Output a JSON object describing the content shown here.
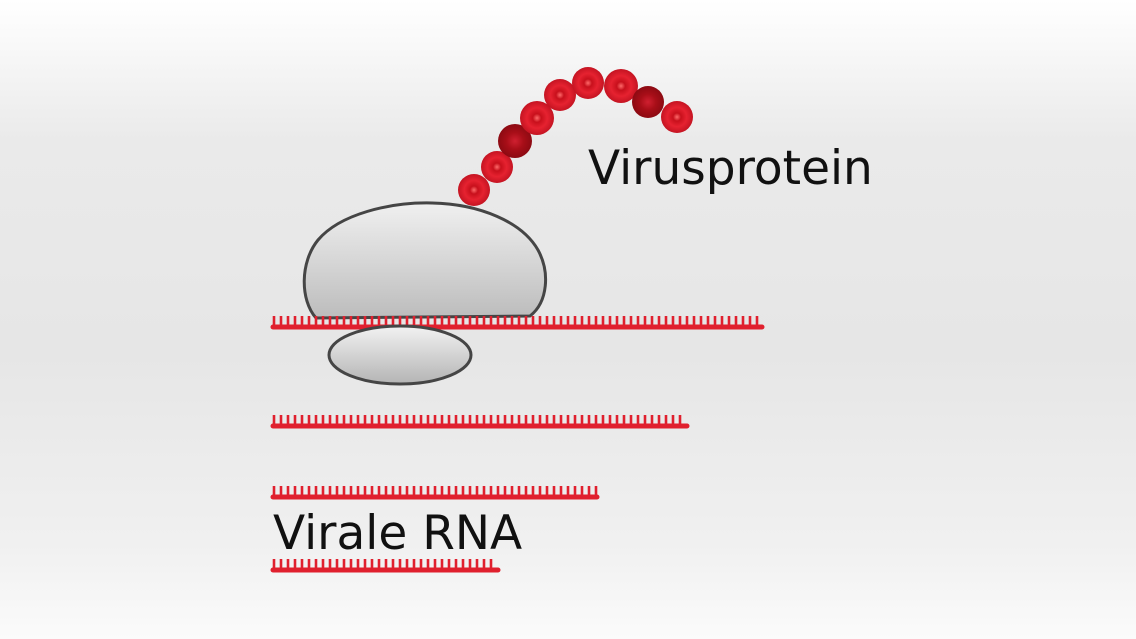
{
  "labels": {
    "protein": "Virusprotein",
    "rna": "Virale RNA"
  },
  "colors": {
    "rna": "#e0202e",
    "bead_light": "#e8202c",
    "bead_dark": "#b0101a",
    "ribosome_fill_light": "#f2f2f2",
    "ribosome_fill_dark": "#b8b8b8",
    "ribosome_stroke": "#444444",
    "text": "#111111"
  },
  "diagram": {
    "rna_strand_count": 4,
    "protein_bead_count": 9,
    "ribosome_subunits": [
      "large-subunit",
      "small-subunit"
    ]
  }
}
